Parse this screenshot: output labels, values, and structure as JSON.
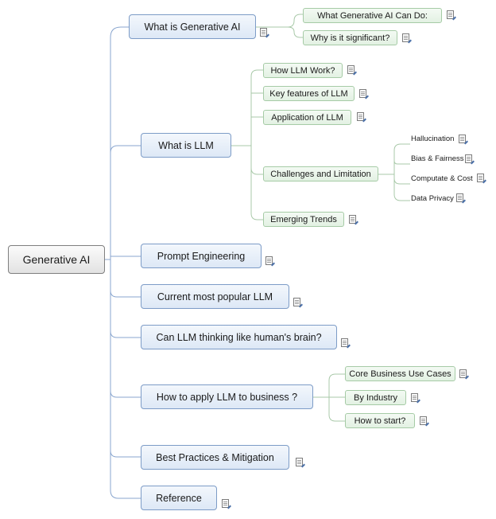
{
  "root": {
    "label": "Generative AI"
  },
  "branches": {
    "what_is_gen_ai": {
      "label": "What is Generative AI",
      "children": [
        "What Generative AI Can Do:",
        "Why is it significant?"
      ]
    },
    "what_is_llm": {
      "label": "What is LLM",
      "children": [
        "How LLM Work?",
        "Key features of LLM",
        "Application of LLM",
        "Challenges and Limitation",
        "Emerging Trends"
      ],
      "challenges": [
        "Hallucination",
        "Bias & Fairness",
        "Computate & Cost",
        "Data Privacy"
      ]
    },
    "prompt_engineering": {
      "label": "Prompt Engineering"
    },
    "popular_llm": {
      "label": "Current most popular LLM"
    },
    "llm_thinking": {
      "label": "Can LLM thinking like human's brain?"
    },
    "apply_llm": {
      "label": "How to apply LLM to business ?",
      "children": [
        "Core Business Use Cases",
        "By Industry",
        "How to start?"
      ]
    },
    "best_practices": {
      "label": "Best Practices & Mitigation"
    },
    "reference": {
      "label": "Reference"
    }
  },
  "colors": {
    "root_border": "#7f7f7f",
    "main_border": "#7d9cc7",
    "sub_border": "#a6cba6",
    "connector_main": "#8aa6cf",
    "connector_sub": "#a9c9a9"
  },
  "icons": {
    "note": "note-icon"
  }
}
